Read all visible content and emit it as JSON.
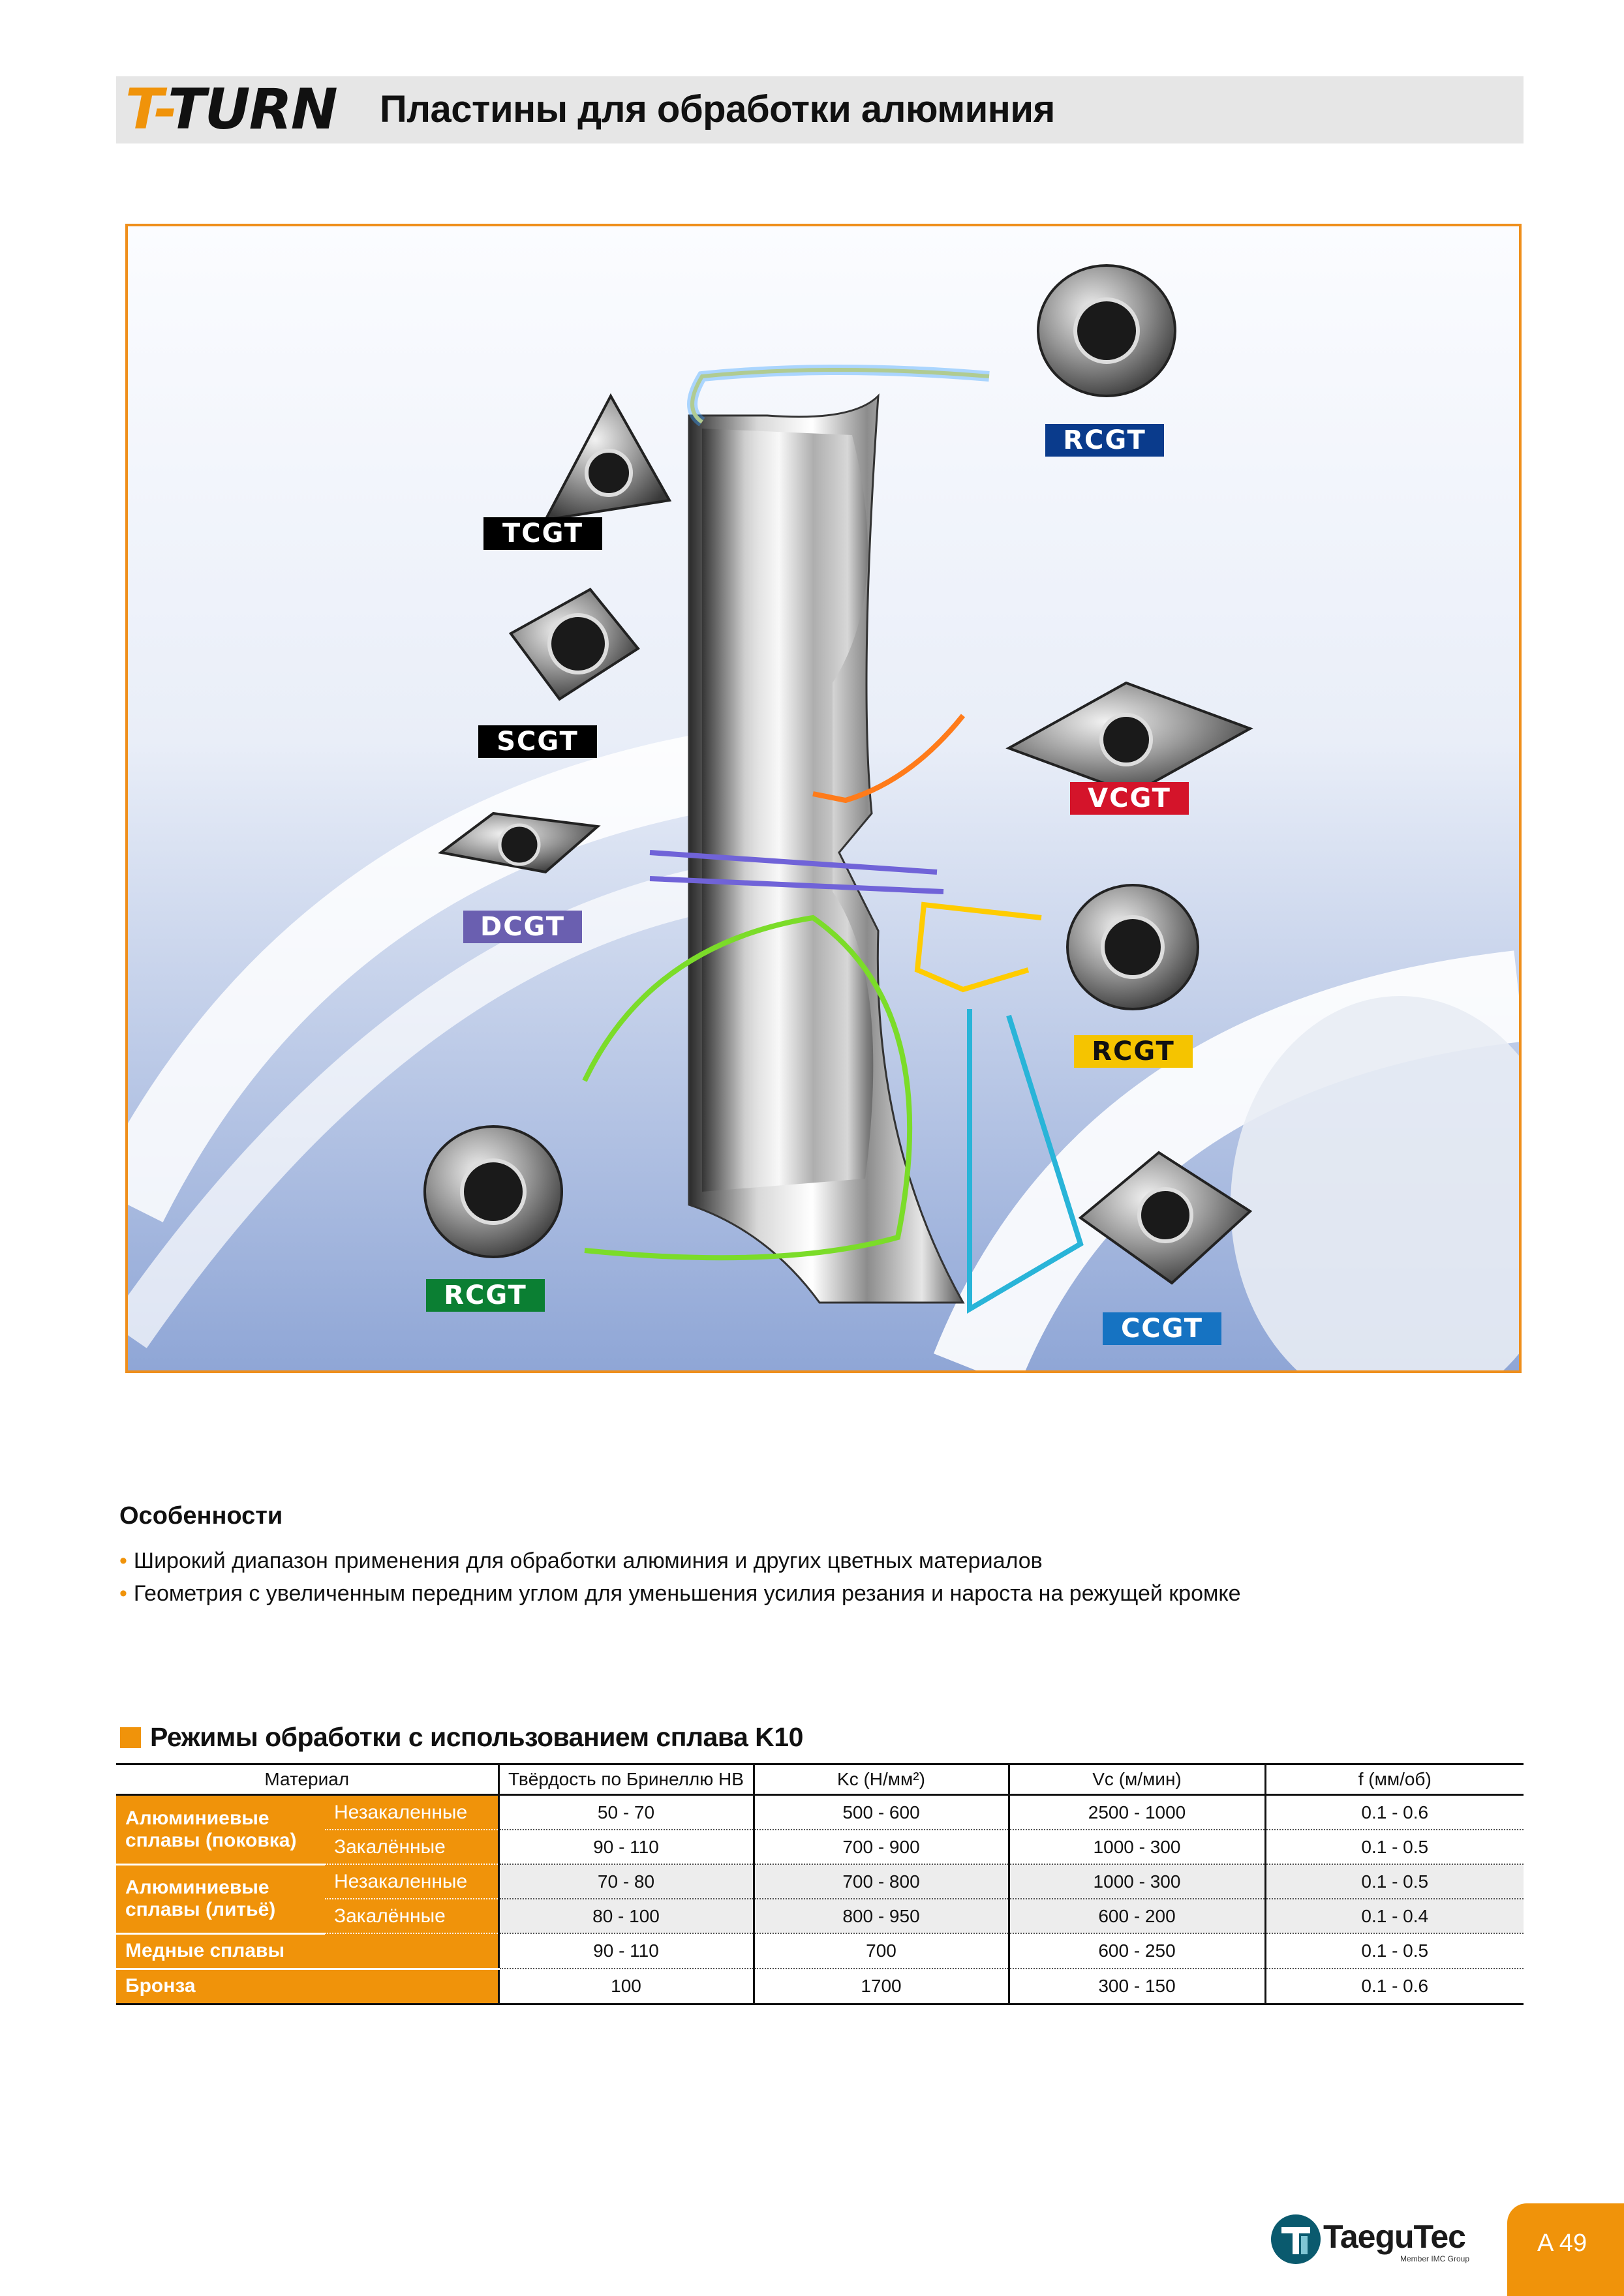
{
  "header": {
    "brand_lead": "T-",
    "brand_rest": "TURN",
    "title": "Пластины для обработки алюминия"
  },
  "figure": {
    "tags": [
      {
        "label": "TCGT",
        "color": "#000000"
      },
      {
        "label": "SCGT",
        "color": "#000000"
      },
      {
        "label": "DCGT",
        "color": "#6a5fb0"
      },
      {
        "label": "RCGT",
        "color": "#0a3b8c"
      },
      {
        "label": "VCGT",
        "color": "#d4142a"
      },
      {
        "label": "RCGT",
        "color": "#f5c400"
      },
      {
        "label": "RCGT",
        "color": "#0b7f33"
      },
      {
        "label": "CCGT",
        "color": "#1673c2"
      }
    ]
  },
  "features": {
    "title": "Особенности",
    "items": [
      "Широкий диапазон применения для обработки алюминия и других цветных материалов",
      "Геометрия с увеличенным передним углом для уменьшения усилия резания и нароста на режущей кромке"
    ]
  },
  "table": {
    "title": "Режимы обработки с использованием сплава K10",
    "headers": [
      "Материал",
      "Твёрдость по Бринеллю HB",
      "Kc (Н/мм²)",
      "Vc (м/мин)",
      "f (мм/об)"
    ],
    "groups": [
      {
        "name": "Алюминиевые сплавы (поковка)",
        "rows": [
          {
            "sub": "Незакаленные",
            "hb": "50 - 70",
            "kc": "500 - 600",
            "vc": "2500 - 1000",
            "f": "0.1 - 0.6"
          },
          {
            "sub": "Закалённые",
            "hb": "90 - 110",
            "kc": "700 - 900",
            "vc": "1000 - 300",
            "f": "0.1 - 0.5"
          }
        ]
      },
      {
        "name": "Алюминиевые сплавы (литьё)",
        "rows": [
          {
            "sub": "Незакаленные",
            "hb": "70 - 80",
            "kc": "700 - 800",
            "vc": "1000 - 300",
            "f": "0.1 - 0.5"
          },
          {
            "sub": "Закалённые",
            "hb": "80 - 100",
            "kc": "800 - 950",
            "vc": "600 - 200",
            "f": "0.1 - 0.4"
          }
        ]
      },
      {
        "name": "Медные сплавы",
        "rows": [
          {
            "sub": "",
            "hb": "90 - 110",
            "kc": "700",
            "vc": "600 - 250",
            "f": "0.1 - 0.5"
          }
        ]
      },
      {
        "name": "Бронза",
        "rows": [
          {
            "sub": "",
            "hb": "100",
            "kc": "1700",
            "vc": "300 - 150",
            "f": "0.1 - 0.6"
          }
        ]
      }
    ]
  },
  "footer": {
    "logo_text": "TaeguTec",
    "logo_sub": "Member IMC Group",
    "page": "A 49"
  },
  "colors": {
    "accent": "#f0930a",
    "frame": "#ef8f1c"
  }
}
